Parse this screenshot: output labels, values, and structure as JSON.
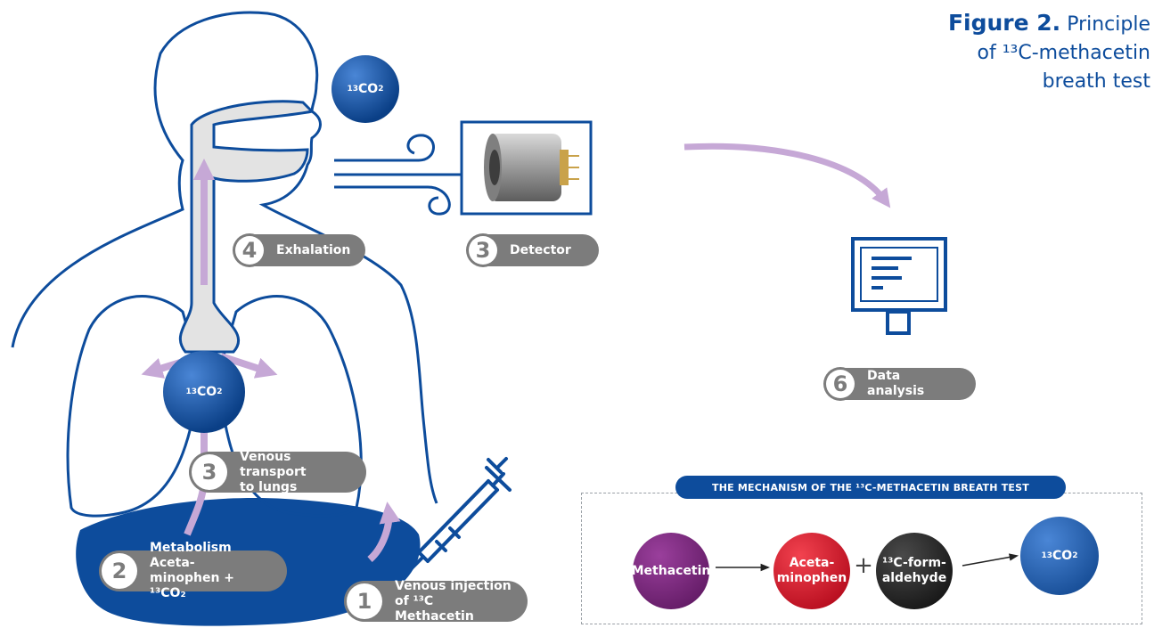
{
  "caption": {
    "figure_label": "Figure 2.",
    "line1": "Principle",
    "line2": "of ¹³C-methacetin",
    "line3": "breath test"
  },
  "steps": [
    {
      "num": "4",
      "label": "Exhalation"
    },
    {
      "num": "3",
      "label": "Detector"
    },
    {
      "num": "6",
      "label": "Data analysis"
    },
    {
      "num": "3",
      "label_l1": "Venous transport",
      "label_l2": "to lungs"
    },
    {
      "num": "2",
      "label_l1": "Metabolism Aceta-",
      "label_l2": "minophen + ¹³CO₂"
    },
    {
      "num": "1",
      "label_l1": "Venous injection",
      "label_l2": "of ¹³C Methacetin"
    }
  ],
  "co2_label": {
    "pre": "13",
    "mid": "CO",
    "post": "2"
  },
  "mechanism": {
    "title": "THE MECHANISM OF THE ¹³C-METHACETIN BREATH TEST",
    "methacetin": "Methacetin",
    "acetaminophen_l1": "Aceta-",
    "acetaminophen_l2": "minophen",
    "plus": "+",
    "formaldehyde_l1": "¹³C-form-",
    "formaldehyde_l2": "aldehyde"
  },
  "colors": {
    "brand_blue": "#0d4c9c",
    "arrow_lilac": "#c6a8d6",
    "pill_gray": "#7c7c7c",
    "methacetin_purple": "#6a1d6e",
    "acetaminophen_red": "#d0071b",
    "formaldehyde_black": "#1a1a1a"
  },
  "icons": [
    "human-outline-icon",
    "syringe-icon",
    "detector-sensor-icon",
    "breath-swirl-icon",
    "monitor-icon",
    "liver-icon",
    "lungs-icon"
  ]
}
